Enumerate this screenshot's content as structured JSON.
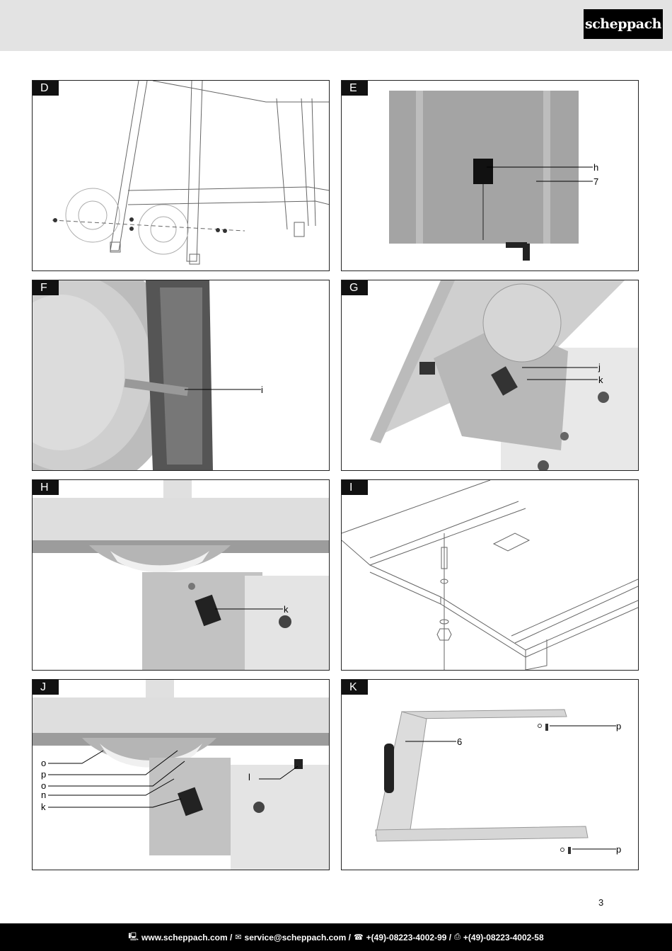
{
  "header": {
    "brand": "scheppach"
  },
  "panels": {
    "D": {
      "label": "D"
    },
    "E": {
      "label": "E",
      "callouts": [
        "h",
        "7"
      ]
    },
    "F": {
      "label": "F",
      "callouts": [
        "i"
      ]
    },
    "G": {
      "label": "G",
      "callouts": [
        "j",
        "k"
      ]
    },
    "H": {
      "label": "H",
      "callouts": [
        "k"
      ]
    },
    "I": {
      "label": "I"
    },
    "J": {
      "label": "J",
      "callouts": [
        "o",
        "p",
        "o",
        "n",
        "k",
        "l"
      ]
    },
    "K": {
      "label": "K",
      "callouts": [
        "6",
        "p",
        "p"
      ]
    }
  },
  "page_number": "3",
  "footer": {
    "web": "www.scheppach.com /",
    "email": "service@scheppach.com /",
    "phone": "+(49)-08223-4002-99 /",
    "fax": "+(49)-08223-4002-58"
  }
}
